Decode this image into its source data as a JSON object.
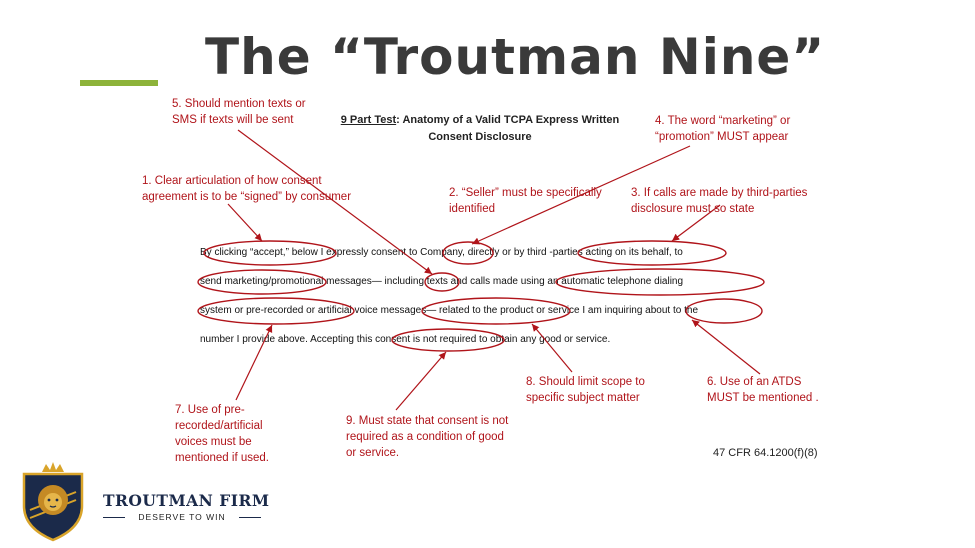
{
  "slide": {
    "title": "The “Troutman Nine”",
    "subtitle_bold_underlined": "9 Part Test",
    "subtitle_rest": ": Anatomy of a Valid TCPA Express Written Consent Disclosure"
  },
  "notes": {
    "n1": "1. Clear articulation of how consent agreement is to be “signed” by consumer",
    "n2": "2. “Seller” must be specifically identified",
    "n3": "3. If calls are made by third-parties disclosure must so state",
    "n4": "4. The word “marketing” or “promotion” MUST appear",
    "n5": "5. Should mention texts or SMS if texts will be sent",
    "n6": "6. Use of an ATDS MUST be mentioned .",
    "n7": "7. Use of pre-recorded/artificial voices must be mentioned if used.",
    "n8": "8. Should limit scope to specific subject matter",
    "n9": "9. Must state that consent is not required as a condition of good or service."
  },
  "disclosure": {
    "line1": "By clicking “accept,” below I expressly consent to Company, directly or by third   -parties acting on its behalf, to",
    "line2": "send marketing/promotional messages— including texts and calls made using an automatic telephone dialing",
    "line3": "system or pre-recorded or artificial voice messages—   related to the product or service I am inquiring about to the",
    "line4": "number I provide above. Accepting this consent is not required to obtain any good or service."
  },
  "citation": "47 CFR 64.1200(f)(8)",
  "firm": {
    "name": "TROUTMAN FIRM",
    "tagline": "DESERVE TO WIN"
  },
  "colors": {
    "accent_green": "#8db33a",
    "annotation_red": "#b0141a",
    "navy": "#1b2a4a",
    "gold": "#d9a42a"
  },
  "icons": {
    "logo": "lion-crest-icon"
  }
}
